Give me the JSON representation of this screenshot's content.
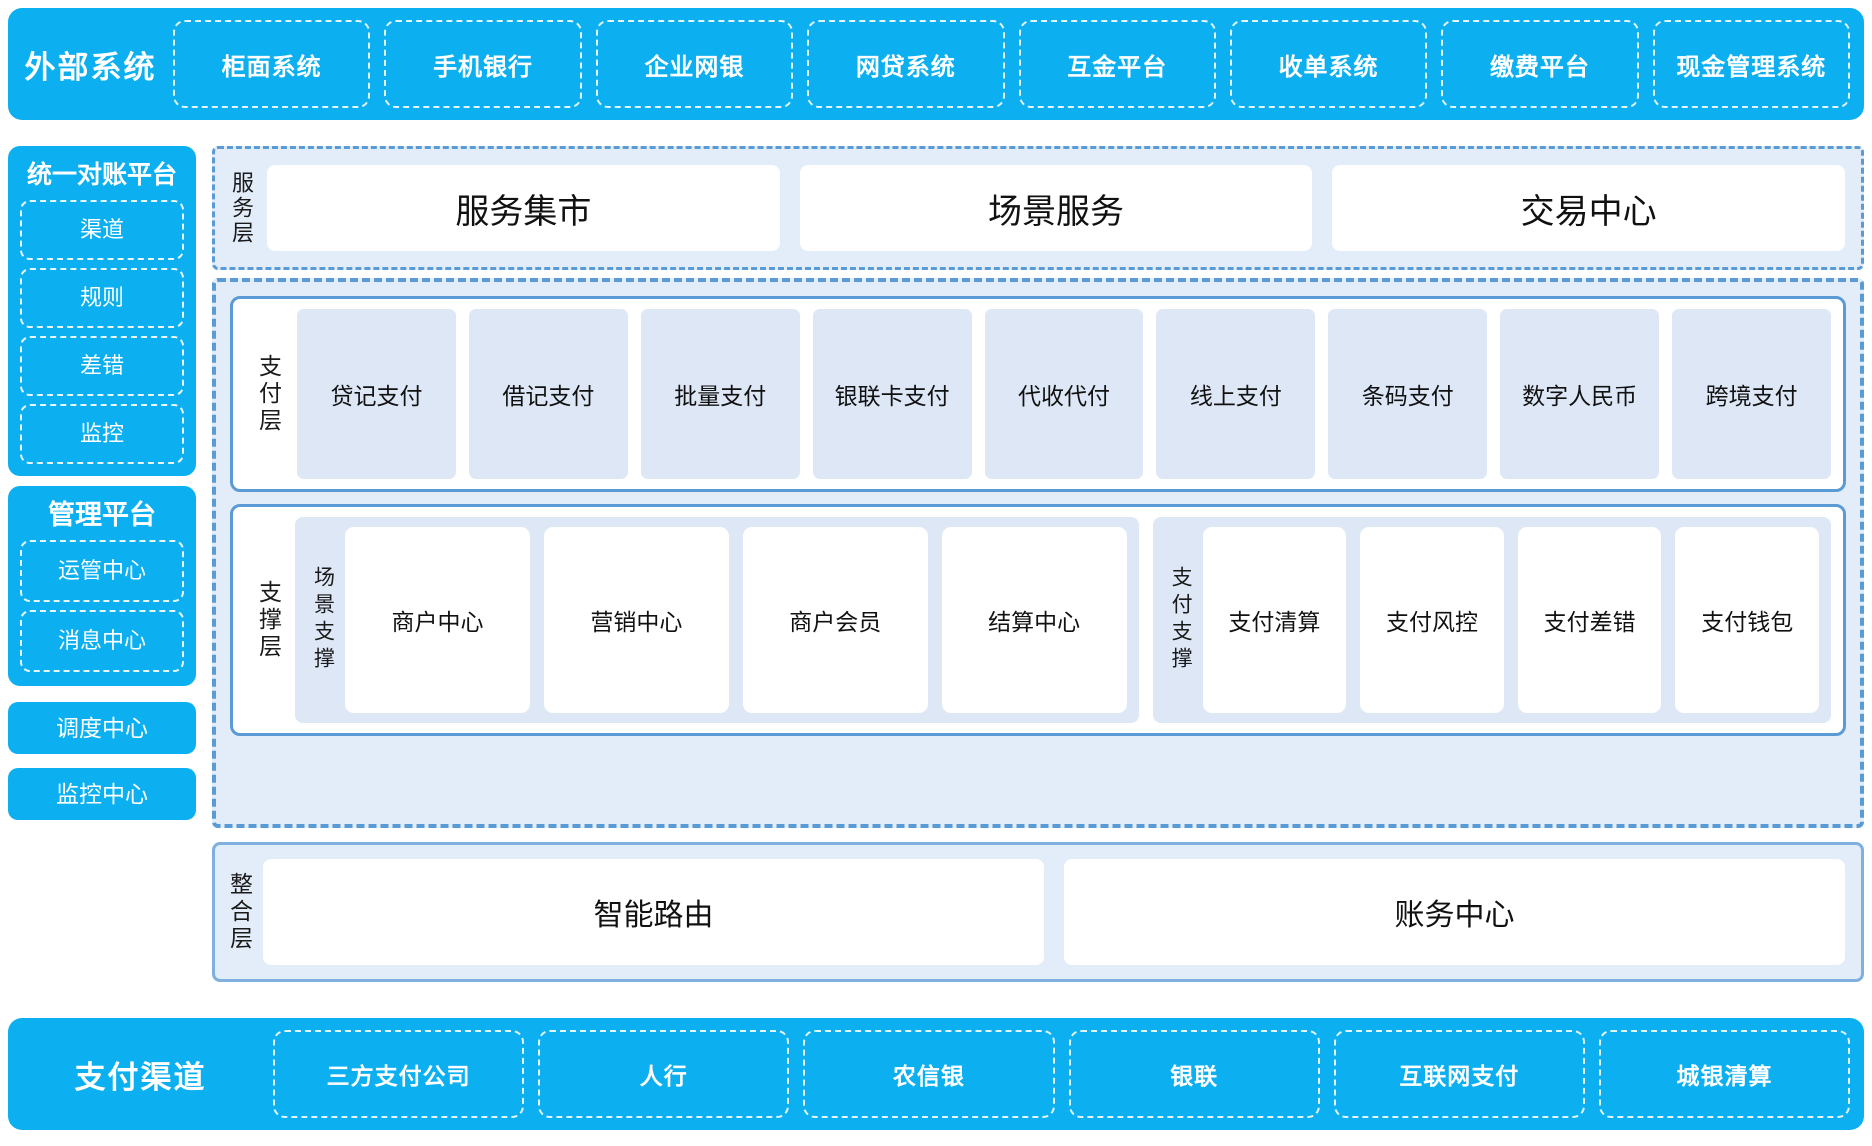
{
  "external_systems": {
    "title": "外部系统",
    "items": [
      "柜面系统",
      "手机银行",
      "企业网银",
      "网贷系统",
      "互金平台",
      "收单系统",
      "缴费平台",
      "现金管理系统"
    ]
  },
  "sidebar": {
    "recon_platform": {
      "title": "统一对账平台",
      "items": [
        "渠道",
        "规则",
        "差错",
        "监控"
      ]
    },
    "manage_platform": {
      "title": "管理平台",
      "items": [
        "运管中心",
        "消息中心"
      ]
    },
    "standalone": {
      "dispatch_center": "调度中心",
      "monitor_center": "监控中心"
    }
  },
  "service_layer": {
    "label": "服务层",
    "items": [
      "服务集市",
      "场景服务",
      "交易中心"
    ]
  },
  "payment_layer": {
    "label": "支付层",
    "items": [
      "贷记支付",
      "借记支付",
      "批量支付",
      "银联卡支付",
      "代收代付",
      "线上支付",
      "条码支付",
      "数字人民币",
      "跨境支付"
    ]
  },
  "support_layer": {
    "label": "支撑层",
    "scenario_support": {
      "label": "场景支撑",
      "items": [
        "商户中心",
        "营销中心",
        "商户会员",
        "结算中心"
      ]
    },
    "payment_support": {
      "label": "支付支撑",
      "items": [
        "支付清算",
        "支付风控",
        "支付差错",
        "支付钱包"
      ]
    }
  },
  "integration_layer": {
    "label": "整合层",
    "items": [
      "智能路由",
      "账务中心"
    ]
  },
  "payment_channels": {
    "title": "支付渠道",
    "items": [
      "三方支付公司",
      "人行",
      "农信银",
      "银联",
      "互联网支付",
      "城银清算"
    ]
  },
  "colors": {
    "brand_cyan": "#0CB0F0",
    "dashed_blue": "#5B9BD5",
    "panel_bg": "#E3EDF9",
    "chip_bg": "#DDE7F6",
    "card_white": "#FFFFFF"
  }
}
